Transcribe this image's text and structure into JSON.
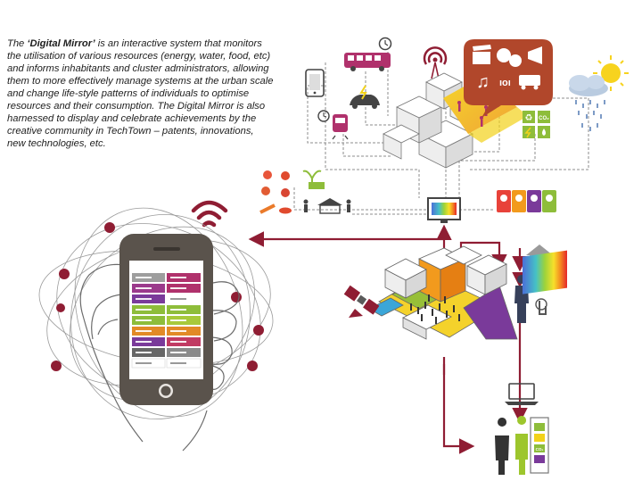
{
  "intro": {
    "before": "The ",
    "name": "‘Digital Mirror’",
    "after": " is an interactive system that monitors the utilisation of various resources (energy, water,  food, etc) and informs inhabitants and cluster administrators, allowing them to more effectively manage systems at the urban scale and change life-style patterns of individuals to optimise resources and their consumption. The Digital Mirror is also harnessed to display and celebrate achievements by the creative community in TechTown – patents, innovations, new technologies, etc."
  },
  "icons": {
    "co2": "CO₂",
    "recycle": "♻",
    "music": "♫",
    "menu_ext": "ıoı"
  },
  "colors": {
    "accent": "#8f1d33",
    "dashed": "#8c8c8c",
    "bubble": "#b1472b",
    "green": "#8ebd3a",
    "yellow": "#f2d21a",
    "magenta": "#b0316c",
    "purple": "#7a3a9a",
    "phone_body": "#5a534c"
  }
}
